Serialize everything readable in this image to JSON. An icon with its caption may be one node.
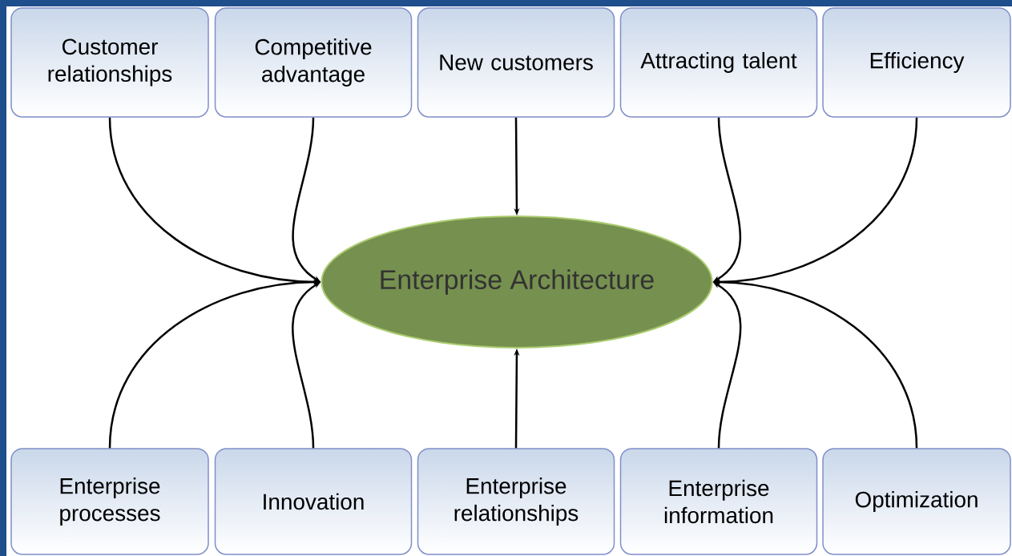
{
  "diagram": {
    "nodes": [
      {
        "text": [
          "Customer relationships"
        ]
      },
      {
        "text": [
          "Competitive advantage"
        ]
      },
      {
        "text": [
          "New customers"
        ]
      },
      {
        "text": [
          "Attracting talent"
        ]
      },
      {
        "text": [
          "Efficiency"
        ]
      },
      {
        "text": [
          "Enterprise processes"
        ]
      },
      {
        "text": [
          "Innovation"
        ]
      },
      {
        "text": [
          "Enterprise relationships"
        ]
      },
      {
        "text": [
          "Enterprise information"
        ]
      },
      {
        "text": [
          "Optimization"
        ]
      },
      {
        "text": [
          "Enterprise Architecture"
        ]
      }
    ],
    "edges": [
      {
        "from": 0,
        "to": 10,
        "arrow": "to"
      },
      {
        "from": 1,
        "to": 10,
        "arrow": "to"
      },
      {
        "from": 2,
        "to": 10,
        "arrow": "to"
      },
      {
        "from": 3,
        "to": 10,
        "arrow": "to"
      },
      {
        "from": 4,
        "to": 10,
        "arrow": "to"
      },
      {
        "from": 5,
        "to": 10,
        "arrow": "to"
      },
      {
        "from": 6,
        "to": 10,
        "arrow": "to"
      },
      {
        "from": 7,
        "to": 10,
        "arrow": "to"
      },
      {
        "from": 8,
        "to": 10,
        "arrow": "to"
      },
      {
        "from": 9,
        "to": 10,
        "arrow": "to"
      }
    ]
  }
}
